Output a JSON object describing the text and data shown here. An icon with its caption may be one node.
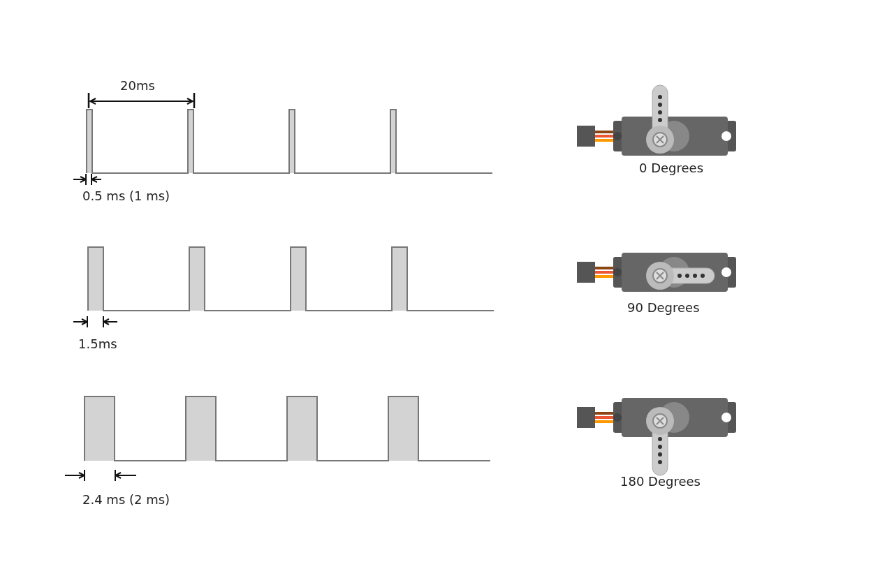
{
  "diagram": {
    "labels": [
      "20ms",
      "0.5 ms (1 ms)",
      "1.5ms",
      "2.4 ms (2 ms)",
      "0 Degrees",
      "90 Degrees",
      "180 Degrees"
    ]
  }
}
